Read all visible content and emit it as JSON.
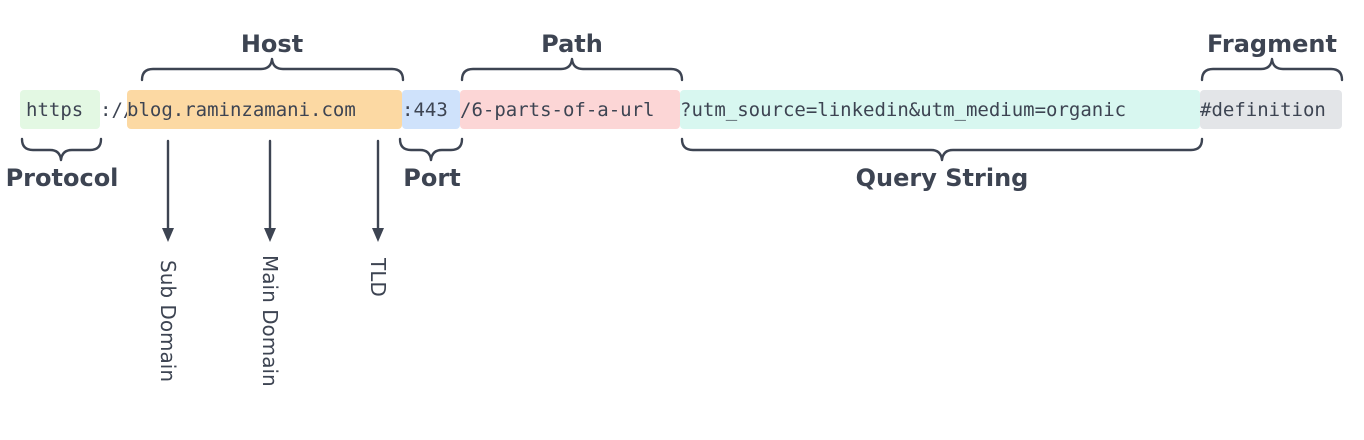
{
  "url": {
    "protocol": "https",
    "separator": "://",
    "host": "blog.raminzamani.com",
    "port": ":443",
    "path": "/6-parts-of-a-url",
    "query": "?utm_source=linkedin&utm_medium=organic",
    "fragment": "#definition"
  },
  "labels": {
    "host": "Host",
    "path": "Path",
    "fragment": "Fragment",
    "protocol": "Protocol",
    "port": "Port",
    "query": "Query String"
  },
  "host_parts": {
    "sub_domain": "Sub Domain",
    "main_domain": "Main Domain",
    "tld": "TLD"
  },
  "colors": {
    "protocol": "#e3f8e3",
    "host": "#fcd9a3",
    "port": "#cfe2fb",
    "path": "#fcd6d6",
    "query": "#d8f7f0",
    "fragment": "#e3e5e8",
    "text": "#3d4452",
    "lines": "#3d4452"
  }
}
